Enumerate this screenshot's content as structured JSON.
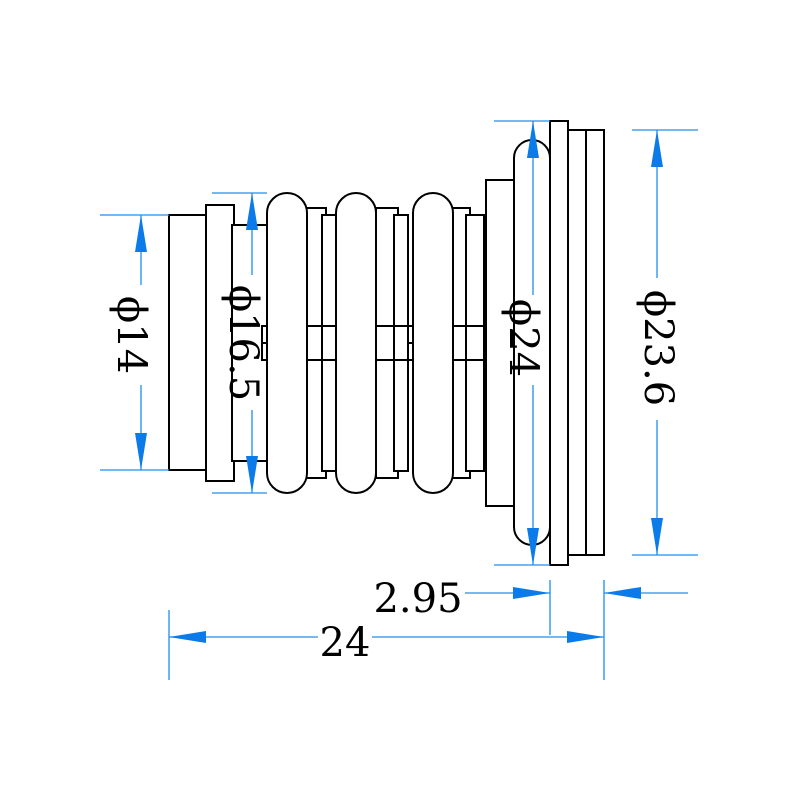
{
  "drawing": {
    "line_color": "#000000",
    "dimension_color": "#1e8ff0",
    "arrow_color": "#0a7be8"
  },
  "dimensions": {
    "dia_14": "ϕ14",
    "dia_16_5": "ϕ16.5",
    "dia_24": "ϕ24",
    "dia_23_6": "ϕ23.6",
    "length_24": "24",
    "thickness_2_95": "2.95"
  }
}
